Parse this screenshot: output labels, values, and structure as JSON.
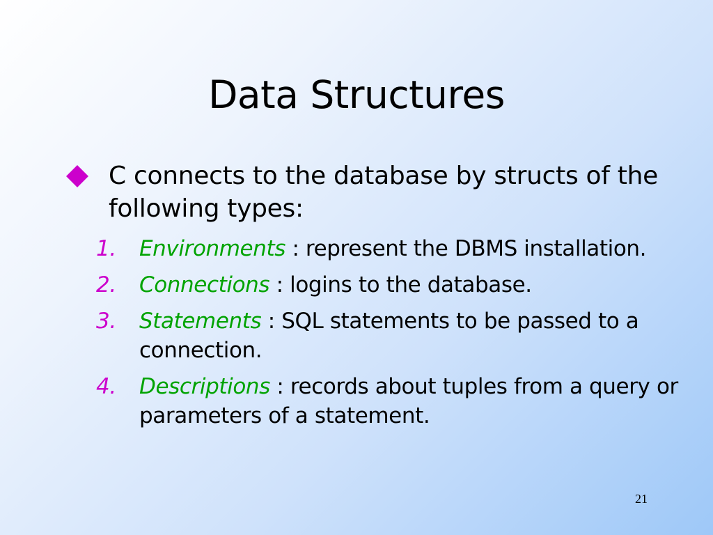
{
  "slide": {
    "title": "Data Structures",
    "bullet": {
      "icon": "diamond-bullet-icon",
      "icon_color": "#cc00cc",
      "text": "C connects to the database by structs of the following types:"
    },
    "items": [
      {
        "num": "1.",
        "term": "Environments",
        "desc": " : represent the DBMS installation."
      },
      {
        "num": "2.",
        "term": "Connections",
        "desc": " : logins to the database."
      },
      {
        "num": "3.",
        "term": "Statements",
        "desc": " : SQL statements to be passed to a connection."
      },
      {
        "num": "4.",
        "term": "Descriptions",
        "desc": " : records about tuples from a query or parameters of a statement."
      }
    ],
    "number_color": "#cc00cc",
    "term_color": "#00a300",
    "page_number": "21"
  }
}
